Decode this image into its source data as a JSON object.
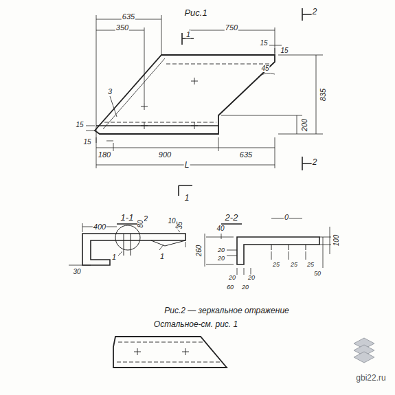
{
  "diagram": {
    "labels": [
      "Рис.1",
      "635",
      "350",
      "1",
      "750",
      "2",
      "15",
      "15",
      "45",
      "835",
      "3",
      "15",
      "200",
      "15",
      "180",
      "900",
      "635",
      "L",
      "2",
      "1",
      "1-1",
      "400",
      "2",
      "80",
      "10",
      "35",
      "1",
      "1",
      "30",
      "2-2",
      "0",
      "40",
      "260",
      "20",
      "20",
      "25",
      "25",
      "25",
      "50",
      "100",
      "20",
      "20",
      "60",
      "20",
      "Рис.2 — зеркальное отражение",
      "Остальное-см. рис. 1",
      "gbi22.ru"
    ]
  }
}
